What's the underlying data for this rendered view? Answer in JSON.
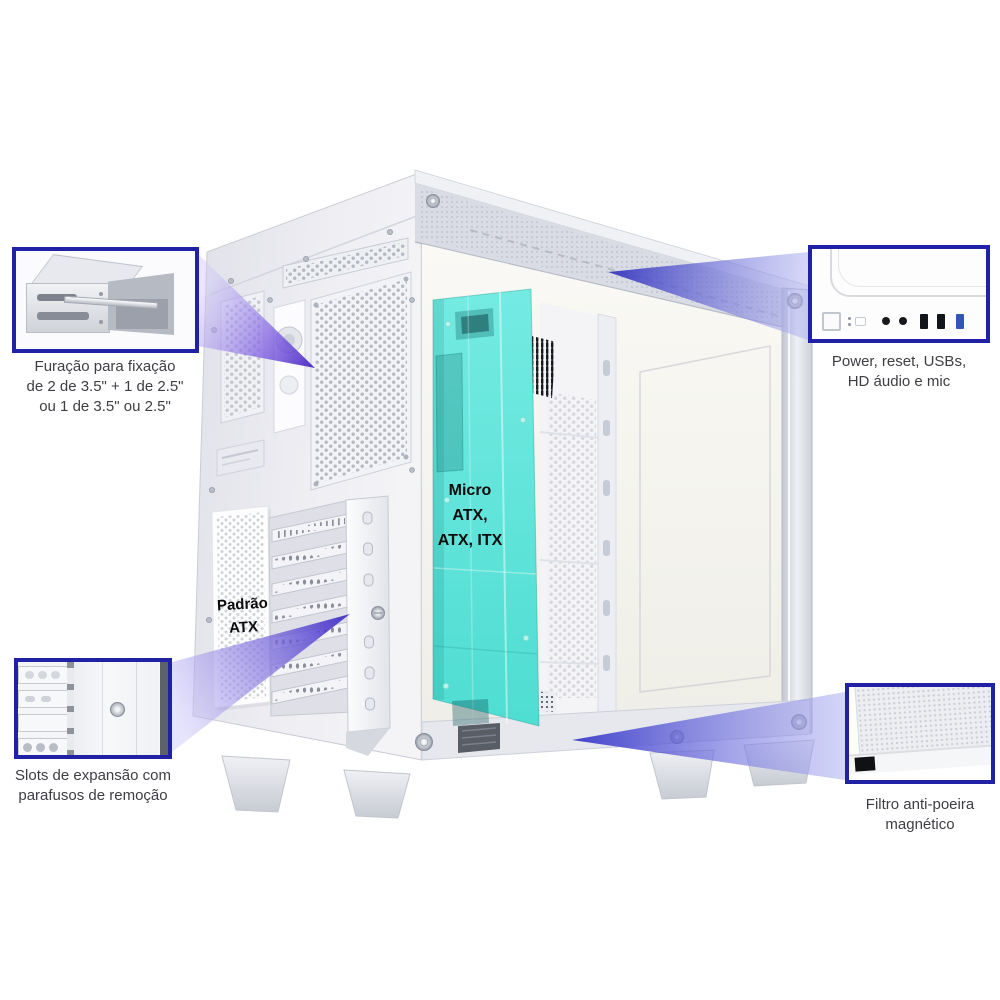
{
  "palette": {
    "callout_border": "#2121a6",
    "beam_purple": "#4a28c4",
    "beam_blue": "#3434c2",
    "highlight_cyan": "#5ce4da",
    "case_body": "#ececf1",
    "interior_white": "#f7f6f1",
    "caption_text": "#3d3d44",
    "label_text": "#0c0c0c"
  },
  "callouts": {
    "drive_cage": {
      "image": "drive-cage-photo",
      "caption_lines": [
        "Furação para fixação",
        "de 2 de 3.5\" + 1 de 2.5\"",
        "ou  1 de 3.5\" ou 2.5\""
      ]
    },
    "io_panel": {
      "image": "top-io-panel-photo",
      "caption_lines": [
        "Power, reset, USBs,",
        "HD áudio e mic"
      ]
    },
    "expansion_slots": {
      "image": "expansion-slots-photo",
      "caption_lines": [
        "Slots de expansão com",
        "parafusos de remoção"
      ]
    },
    "dust_filter": {
      "image": "dust-filter-photo",
      "caption_lines": [
        "Filtro anti-poeira",
        "magnético"
      ]
    }
  },
  "case_labels": {
    "motherboard_tray": {
      "lines": [
        "Micro",
        "ATX,",
        "ATX, ITX"
      ]
    },
    "rear_panel": {
      "lines": [
        "Padrão",
        "ATX"
      ]
    }
  }
}
